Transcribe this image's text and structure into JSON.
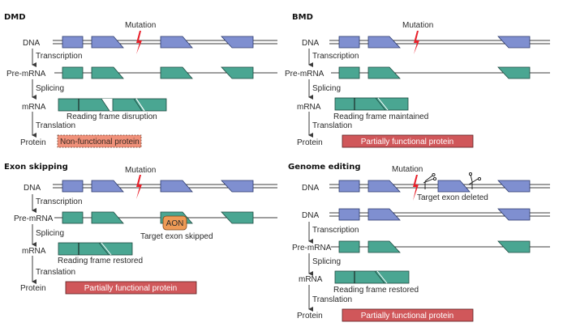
{
  "colors": {
    "dna_exon": "#7f8fd0",
    "dna_exon_stroke": "#2c3a6b",
    "rna_exon": "#4aa692",
    "rna_exon_stroke": "#1e4a40",
    "mutation": "#e8202a",
    "protein_partial": "#d0575a",
    "protein_nonfunctional": "#f0917a",
    "aon": "#ee9a55",
    "line": "#3c3c3c"
  },
  "panels": [
    {
      "id": "dmd",
      "title": "DMD",
      "mutation_label": "Mutation",
      "rows": {
        "dna": "DNA",
        "transcription": "Transcription",
        "pre_mrna": "Pre-mRNA",
        "splicing": "Splicing",
        "mrna": "mRNA",
        "translation": "Translation",
        "protein": "Protein"
      },
      "mrna_caption": "Reading frame disruption",
      "protein_label": "Non-functional protein",
      "protein_type": "nonfunctional"
    },
    {
      "id": "bmd",
      "title": "BMD",
      "mutation_label": "Mutation",
      "rows": {
        "dna": "DNA",
        "transcription": "Transcription",
        "pre_mrna": "Pre-mRNA",
        "splicing": "Splicing",
        "mrna": "mRNA",
        "translation": "Translation",
        "protein": "Protein"
      },
      "mrna_caption": "Reading frame maintained",
      "protein_label": "Partially functional protein",
      "protein_type": "partial"
    },
    {
      "id": "exon-skipping",
      "title": "Exon skipping",
      "mutation_label": "Mutation",
      "rows": {
        "dna": "DNA",
        "transcription": "Transcription",
        "pre_mrna": "Pre-mRNA",
        "splicing": "Splicing",
        "mrna": "mRNA",
        "translation": "Translation",
        "protein": "Protein"
      },
      "aon_label": "AON",
      "skip_caption": "Target exon skipped",
      "mrna_caption": "Reading frame restored",
      "protein_label": "Partially functional protein",
      "protein_type": "partial"
    },
    {
      "id": "genome-editing",
      "title": "Genome editing",
      "mutation_label": "Mutation",
      "rows": {
        "dna": "DNA",
        "dna2": "DNA",
        "transcription": "Transcription",
        "pre_mrna": "Pre-mRNA",
        "splicing": "Splicing",
        "mrna": "mRNA",
        "translation": "Translation",
        "protein": "Protein"
      },
      "delete_caption": "Target exon deleted",
      "mrna_caption": "Reading frame restored",
      "protein_label": "Partially functional protein",
      "protein_type": "partial"
    }
  ]
}
